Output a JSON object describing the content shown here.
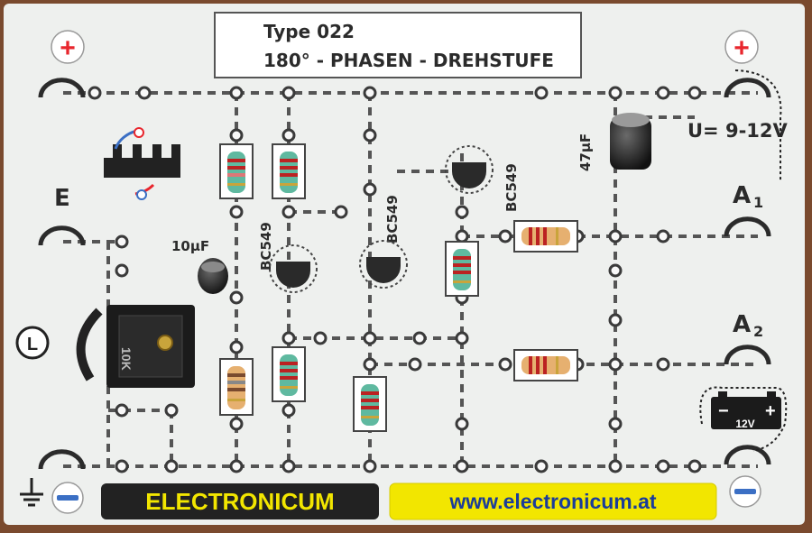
{
  "title": {
    "line1": "Type  022",
    "line2": "180° - PHASEN - DREHSTUFE"
  },
  "labels": {
    "input": "E",
    "output1_main": "A",
    "output1_sub": "1",
    "output2_main": "A",
    "output2_sub": "2",
    "voltage": "U= 9-12V",
    "battery": "12V",
    "cap_small": "10µF",
    "cap_large": "47µF",
    "transistor1": "BC549",
    "transistor2": "BC549",
    "transistor3": "BC549",
    "pot_value": "10K",
    "pot_letter": "L",
    "plus": "+",
    "minus": "−"
  },
  "brand": {
    "name": "ELECTRONICUM",
    "url": "www.electronicum.at"
  },
  "colors": {
    "board": "#eef0ee",
    "plus_red": "#e8262d",
    "minus_blue": "#3b6fc4",
    "brand_bg": "#222222",
    "brand_text": "#f2e600",
    "url_bg": "#f2e600",
    "url_text": "#1a3c9a",
    "wire": "#bfc3c7",
    "trace": "#555555"
  }
}
